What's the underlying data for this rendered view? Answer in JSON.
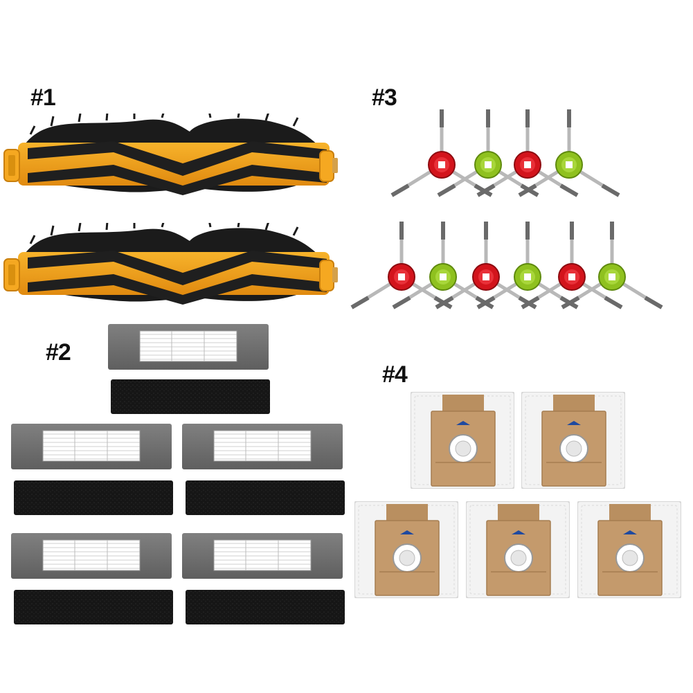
{
  "labels": {
    "group1": "#1",
    "group2": "#2",
    "group3": "#3",
    "group4": "#4"
  },
  "colors": {
    "brush_frame": "#f0a21c",
    "bristle": "#1b1b1b",
    "filter_frame": "#6d6d6d",
    "foam": "#141414",
    "side_brush_red": "#d3141c",
    "side_brush_green": "#8fc11f",
    "bag_paper": "#c49a6c",
    "bag_fabric": "#f3f3f3"
  },
  "items": {
    "main_brushes": 2,
    "filters": 5,
    "sponges": 5,
    "side_brushes_red": 5,
    "side_brushes_green": 5,
    "dust_bags": 5
  }
}
